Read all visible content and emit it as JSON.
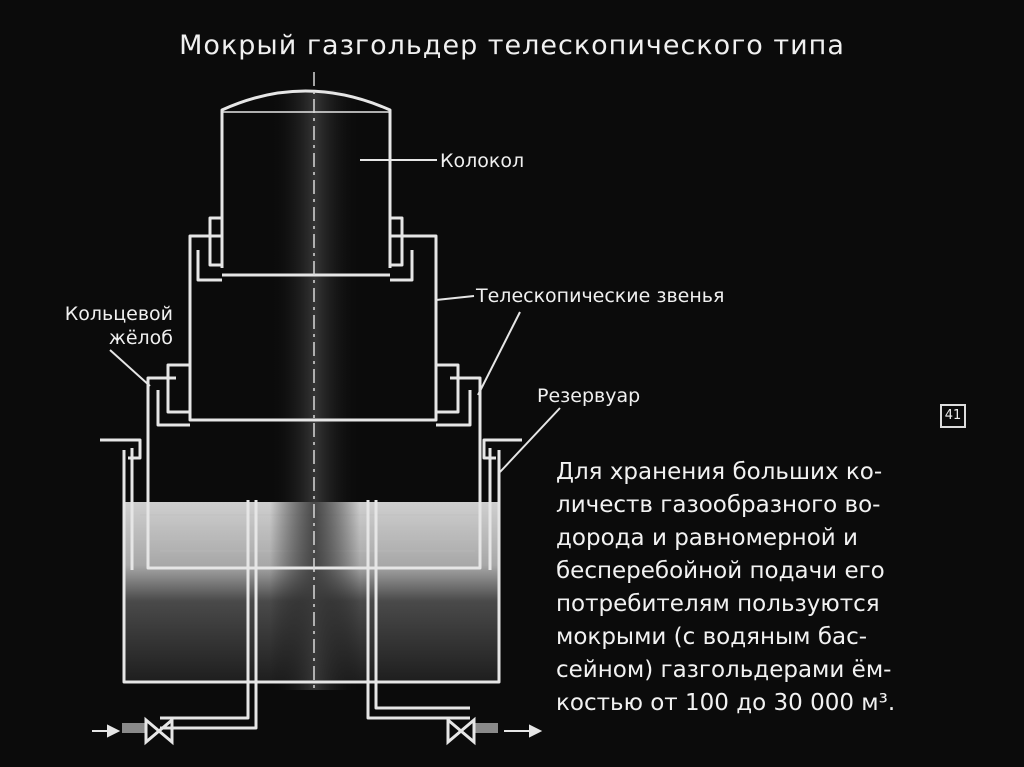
{
  "title": "Мокрый газгольдер телескопического типа",
  "labels": {
    "bell": "Колокол",
    "telescopic_links": "Телескопические звенья",
    "ring_trough_line1": "Кольцевой",
    "ring_trough_line2": "жёлоб",
    "reservoir": "Резервуар"
  },
  "page_number": "41",
  "description_lines": [
    "Для хранения больших ко-",
    "личеств газообразного во-",
    "дорода и равномерной и",
    "бесперебойной подачи его",
    "потребителям пользуются",
    "мокрыми (с водяным бас-",
    "сейном) газгольдерами ём-",
    "костью от 100 до 30 000 м³."
  ],
  "colors": {
    "background": "#0b0b0b",
    "lines": "#e6e6e6",
    "water_top": "#c9c9c9",
    "water_bottom": "#2a2a2a"
  }
}
